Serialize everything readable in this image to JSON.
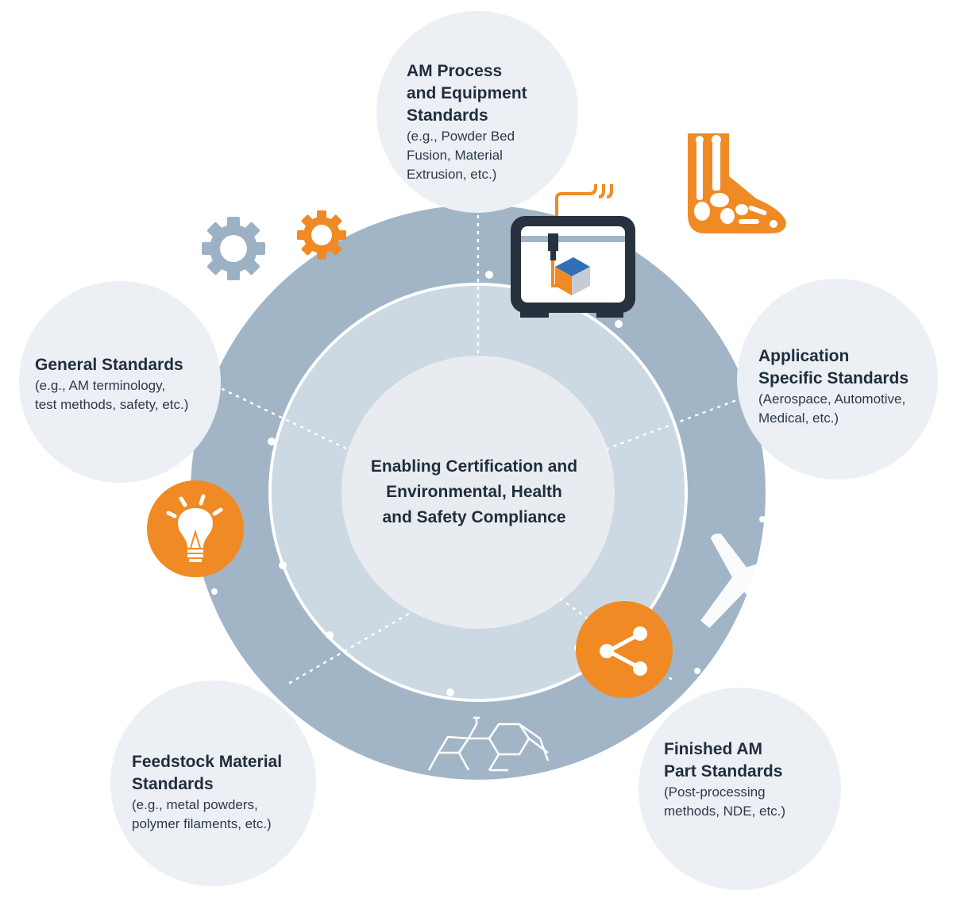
{
  "colors": {
    "ring_outer": "#a2b5c7",
    "ring_inner": "#ccd8e2",
    "center_fill": "#e8ecf0",
    "bubble_fill": "#eceff3",
    "accent_orange": "#f08a24",
    "dark_navy": "#27323e",
    "gear_gray": "#9db1c4",
    "cube_blue": "#2f6fb6",
    "cube_gray": "#c5ccd3",
    "text_dark": "#1f2d3d"
  },
  "center": {
    "text": "Enabling Certification and\nEnvironmental, Health\nand Safety Compliance"
  },
  "nodes": [
    {
      "id": "process",
      "title": "AM Process\nand Equipment\nStandards",
      "subtitle": "(e.g., Powder Bed\nFusion, Material\nExtrusion, etc.)"
    },
    {
      "id": "application",
      "title": "Application\nSpecific Standards",
      "subtitle": "(Aerospace, Automotive,\nMedical, etc.)"
    },
    {
      "id": "finished",
      "title": "Finished AM\nPart Standards",
      "subtitle": "(Post-processing\nmethods, NDE, etc.)"
    },
    {
      "id": "feedstock",
      "title": "Feedstock Material\nStandards",
      "subtitle": "(e.g., metal powders,\npolymer filaments, etc.)"
    },
    {
      "id": "general",
      "title": "General Standards",
      "subtitle": "(e.g., AM terminology,\ntest methods, safety, etc.)"
    }
  ],
  "icons": [
    "gear-gray-icon",
    "gear-orange-icon",
    "3d-printer-icon",
    "foot-bones-icon",
    "light-bulb-icon",
    "airplane-icon",
    "share-nodes-icon",
    "lattice-structure-icon"
  ]
}
